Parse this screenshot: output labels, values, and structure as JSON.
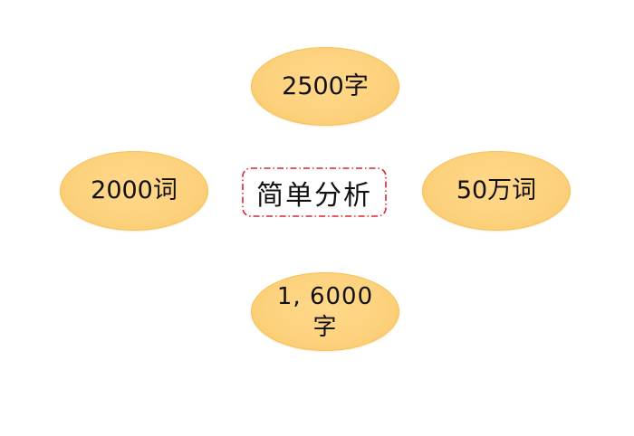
{
  "diagram": {
    "center": {
      "label": "简单分析",
      "border_color": "#d9262b",
      "border_style": "dash-dot"
    },
    "nodes": {
      "top": {
        "label": "2500字"
      },
      "left": {
        "label": "2000词"
      },
      "right": {
        "label": "50万词"
      },
      "bottom": {
        "label": "1, 6000\n字"
      }
    },
    "colors": {
      "ellipse_fill": "#fdd27e",
      "ellipse_edge": "#f5c35a",
      "text": "#111111",
      "background": "#ffffff"
    }
  }
}
